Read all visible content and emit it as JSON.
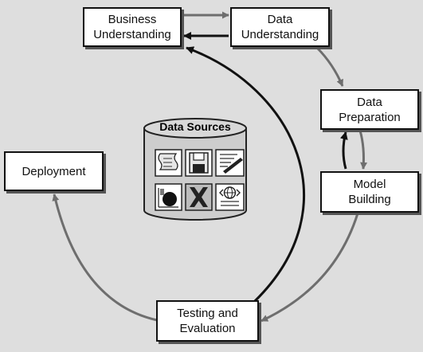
{
  "stages": {
    "business_understanding": {
      "line1": "Business",
      "line2": "Understanding"
    },
    "data_understanding": {
      "line1": "Data",
      "line2": "Understanding"
    },
    "data_preparation": {
      "line1": "Data",
      "line2": "Preparation"
    },
    "model_building": {
      "line1": "Model",
      "line2": "Building"
    },
    "testing_evaluation": {
      "line1": "Testing and",
      "line2": "Evaluation"
    },
    "deployment": {
      "line1": "Deployment"
    }
  },
  "data_sources": {
    "title": "Data Sources",
    "icons": [
      "document-icon",
      "floppy-disk-icon",
      "signed-document-icon",
      "database-chart-icon",
      "excel-icon",
      "web-page-icon"
    ]
  },
  "colors": {
    "background": "#dedede",
    "forward_arrow": "#6e6e6e",
    "feedback_arrow": "#111111",
    "box_border": "#111111"
  }
}
